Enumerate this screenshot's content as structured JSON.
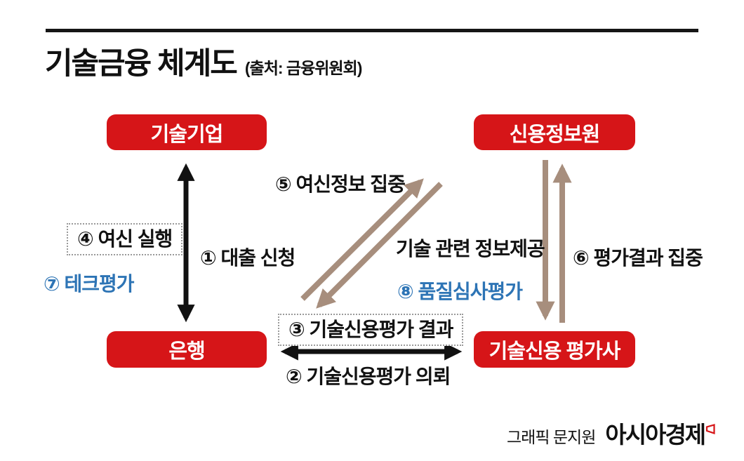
{
  "header": {
    "title": "기술금융 체계도",
    "source": "(출처: 금융위원회)"
  },
  "nodes": {
    "tech_company": {
      "label": "기술기업"
    },
    "credit_info_service": {
      "label": "신용정보원"
    },
    "bank": {
      "label": "은행"
    },
    "tcb": {
      "label": "기술신용 평가사"
    }
  },
  "flows": {
    "loan_application": "① 대출 신청",
    "tcb_request": "② 기술신용평가 의뢰",
    "tcb_result": "③ 기술신용평가 결과",
    "credit_execution": "④ 여신 실행",
    "credit_info_concentration": "⑤ 여신정보 집중",
    "eval_result_concentration": "⑥ 평가결과 집중",
    "tech_evaluation": "⑦ 테크평가",
    "quality_review_evaluation": "⑧ 품질심사평가",
    "tech_info_provision": "기술 관련 정보제공"
  },
  "footer": {
    "credit": "그래픽 문지원",
    "brand": "아시아경제"
  },
  "colors": {
    "node_red": "#d61518",
    "arrow_tan": "#a78e7d",
    "arrow_black": "#111111",
    "accent_blue": "#2d74b5"
  }
}
